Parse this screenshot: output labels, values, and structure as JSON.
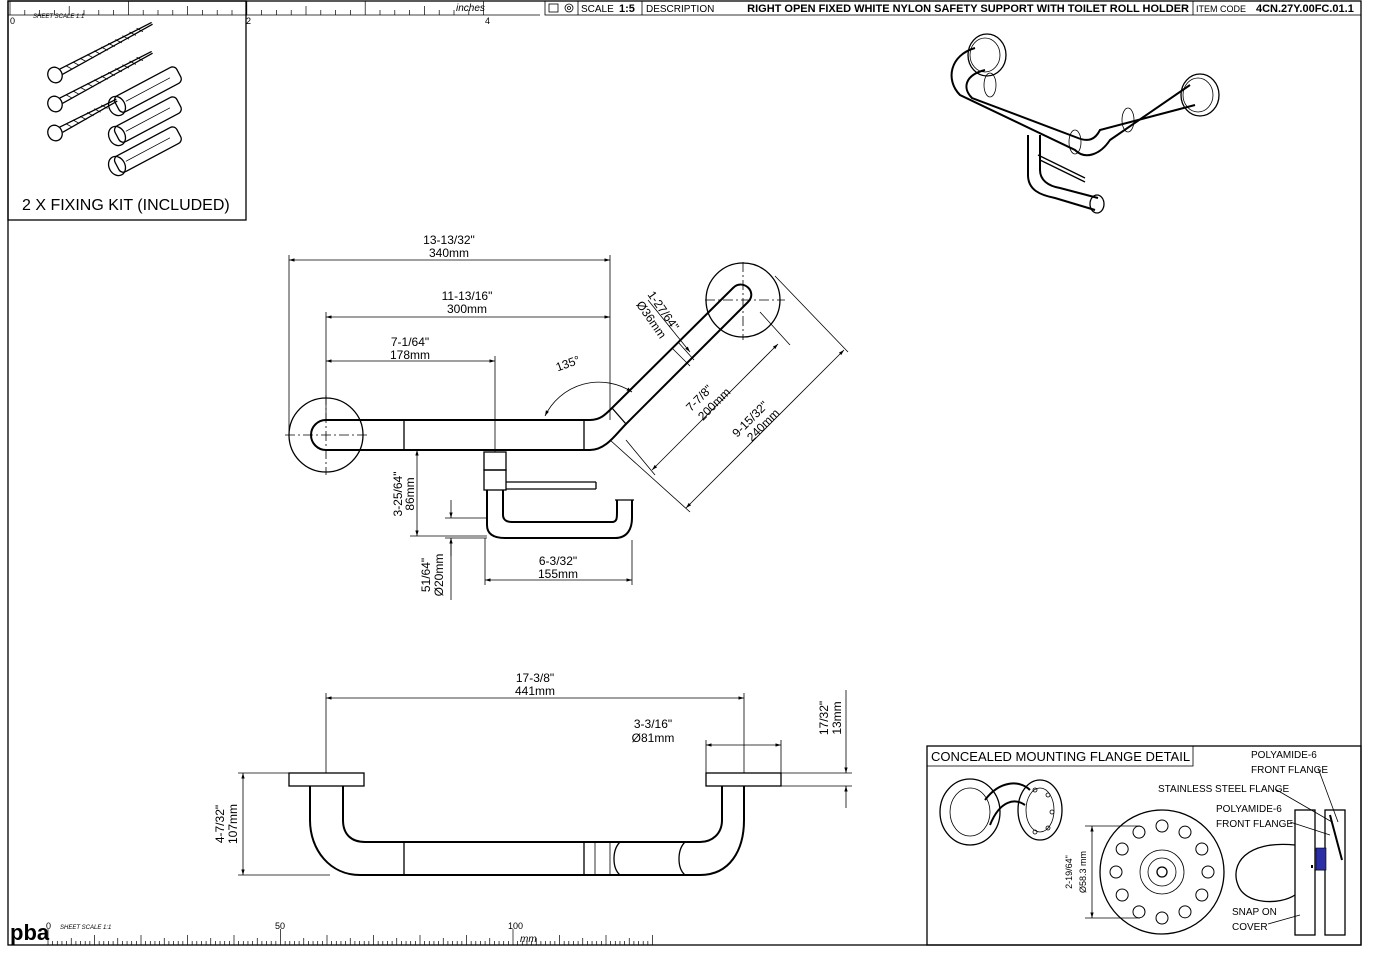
{
  "title_block": {
    "scale_label": "SCALE",
    "scale_value": "1:5",
    "description_label": "DESCRIPTION",
    "description": "RIGHT OPEN FIXED WHITE NYLON SAFETY SUPPORT WITH TOILET ROLL HOLDER",
    "item_code_label": "ITEM CODE",
    "item_code": "4CN.27Y.00FC.01.1"
  },
  "top_ruler": {
    "scale_label": "SHEET SCALE 1:1",
    "unit": "inches",
    "ticks": [
      "0",
      "2",
      "4"
    ]
  },
  "bottom_ruler": {
    "scale_label": "SHEET SCALE 1:1",
    "unit": "mm",
    "ticks": [
      "0",
      "50",
      "100"
    ]
  },
  "logo": "pba",
  "fixing_kit": {
    "caption": "2 X FIXING KIT (INCLUDED)"
  },
  "plan_dims": {
    "d340_in": "13-13/32\"",
    "d340_mm": "340mm",
    "d300_in": "11-13/16\"",
    "d300_mm": "300mm",
    "d178_in": "7-1/64\"",
    "d178_mm": "178mm",
    "angle": "135°",
    "d36_in": "1-27/64\"",
    "d36_mm": "Ø36mm",
    "d200_in": "7-7/8\"",
    "d200_mm": "200mm",
    "d240_in": "9-15/32\"",
    "d240_mm": "240mm",
    "d86_in": "3-25/64\"",
    "d86_mm": "86mm",
    "d20_in": "51/64\"",
    "d20_mm": "Ø20mm",
    "d155_in": "6-3/32\"",
    "d155_mm": "155mm"
  },
  "front_dims": {
    "d441_in": "17-3/8\"",
    "d441_mm": "441mm",
    "d81_in": "3-3/16\"",
    "d81_mm": "Ø81mm",
    "d13_in": "17/32\"",
    "d13_mm": "13mm",
    "d107_in": "4-7/32\"",
    "d107_mm": "107mm"
  },
  "flange_detail": {
    "title": "CONCEALED MOUNTING FLANGE DETAIL",
    "dia_in": "2-19/64\"",
    "dia_mm": "Ø58.3 mm",
    "callouts": {
      "poly_front_1": [
        "POLYAMIDE-6",
        "FRONT FLANGE"
      ],
      "stainless": "STAINLESS STEEL FLANGE",
      "poly_front_2": [
        "POLYAMIDE-6",
        "FRONT FLANGE"
      ],
      "snap_cover": [
        "SNAP ON",
        "COVER"
      ]
    }
  }
}
